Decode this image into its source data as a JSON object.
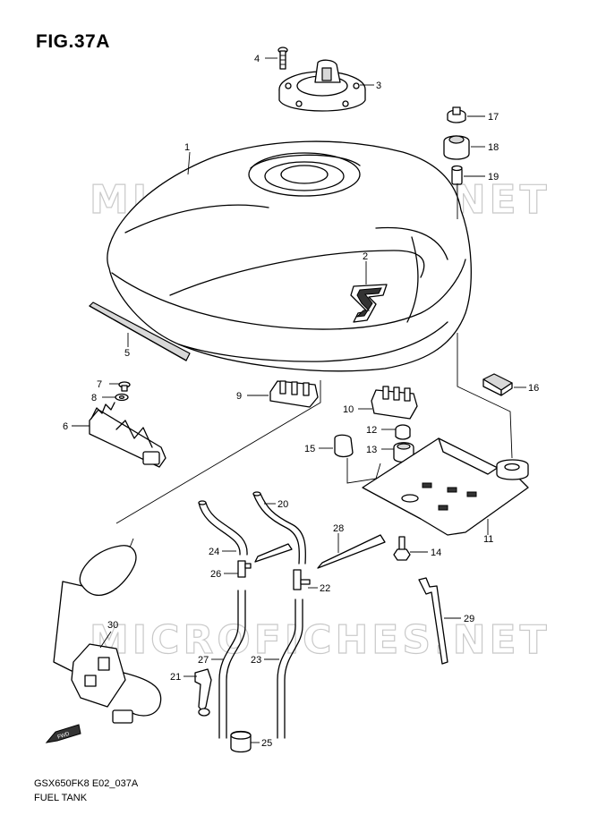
{
  "figure": {
    "title": "FIG.37A",
    "model_code": "GSX650FK8 E02_037A",
    "name": "FUEL TANK"
  },
  "watermark": {
    "text": "MICROFICHES.NET",
    "color": "#c9c9c9"
  },
  "direction_marker": {
    "label": "FWD",
    "icon": "front-arrow-icon"
  },
  "callouts": [
    {
      "id": "1",
      "label": "1"
    },
    {
      "id": "2",
      "label": "2"
    },
    {
      "id": "3",
      "label": "3"
    },
    {
      "id": "4",
      "label": "4"
    },
    {
      "id": "5",
      "label": "5"
    },
    {
      "id": "6",
      "label": "6"
    },
    {
      "id": "7",
      "label": "7"
    },
    {
      "id": "8",
      "label": "8"
    },
    {
      "id": "9",
      "label": "9"
    },
    {
      "id": "10",
      "label": "10"
    },
    {
      "id": "11",
      "label": "11"
    },
    {
      "id": "12",
      "label": "12"
    },
    {
      "id": "13",
      "label": "13"
    },
    {
      "id": "14",
      "label": "14"
    },
    {
      "id": "15",
      "label": "15"
    },
    {
      "id": "16",
      "label": "16"
    },
    {
      "id": "17",
      "label": "17"
    },
    {
      "id": "18",
      "label": "18"
    },
    {
      "id": "19",
      "label": "19"
    },
    {
      "id": "20",
      "label": "20"
    },
    {
      "id": "21",
      "label": "21"
    },
    {
      "id": "22",
      "label": "22"
    },
    {
      "id": "23",
      "label": "23"
    },
    {
      "id": "24",
      "label": "24"
    },
    {
      "id": "25",
      "label": "25"
    },
    {
      "id": "26",
      "label": "26"
    },
    {
      "id": "27",
      "label": "27"
    },
    {
      "id": "28",
      "label": "28"
    },
    {
      "id": "29",
      "label": "29"
    },
    {
      "id": "30",
      "label": "30"
    }
  ]
}
